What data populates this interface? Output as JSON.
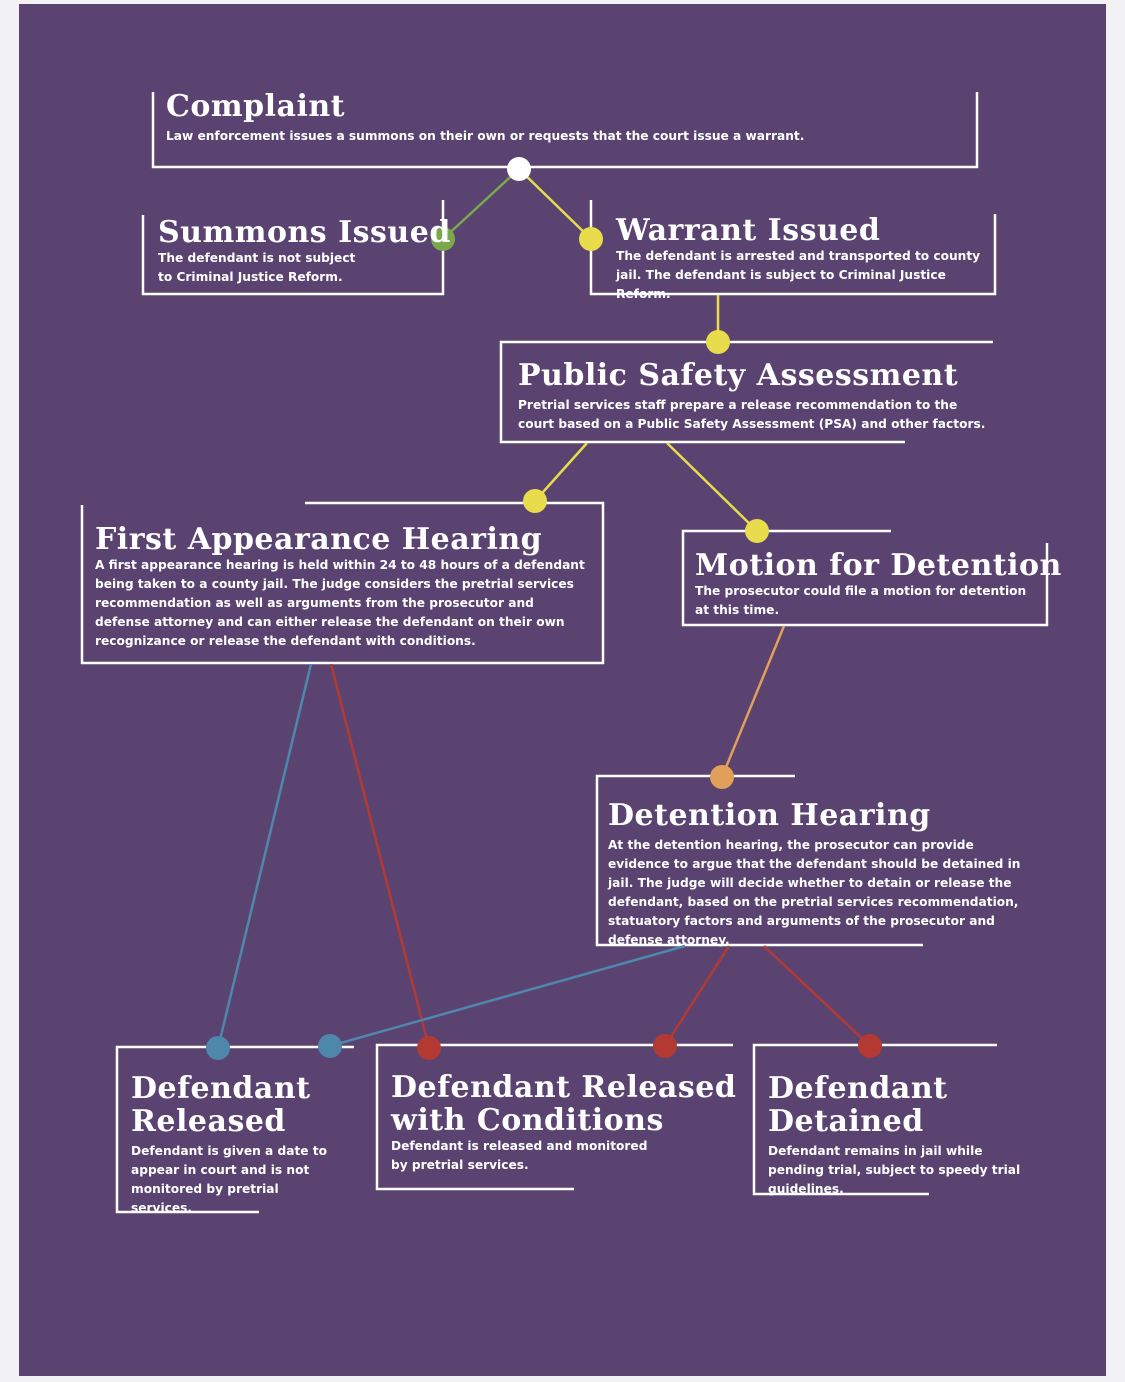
{
  "colors": {
    "background": "#5a4371",
    "border": "#ffffff",
    "green": "#7aa84b",
    "yellow": "#e8dc4c",
    "orange": "#e0a05a",
    "blue": "#4f86ac",
    "red": "#b23a33"
  },
  "nodes": {
    "complaint": {
      "title": "Complaint",
      "desc": "Law enforcement issues a summons on their own or requests that the court issue a warrant."
    },
    "summons": {
      "title": "Summons Issued",
      "desc": "The defendant is not subject to Criminal Justice Reform."
    },
    "warrant": {
      "title": "Warrant Issued",
      "desc": "The defendant is arrested and transported to county jail. The defendant is subject to Criminal Justice Reform."
    },
    "psa": {
      "title": "Public Safety Assessment",
      "desc": "Pretrial services staff prepare a release recommendation to the court based on a Public Safety Assessment (PSA) and other factors."
    },
    "first_appearance": {
      "title": "First Appearance Hearing",
      "desc": "A first appearance hearing is held within 24 to 48 hours of a defendant being taken to a county jail. The judge considers the pretrial services recommendation as well as arguments from the prosecutor and defense attorney and can either release the defendant on their own recognizance or release the defendant with conditions."
    },
    "motion": {
      "title": "Motion for Detention",
      "desc": "The prosecutor could file a motion for detention at this time."
    },
    "detention_hearing": {
      "title": "Detention Hearing",
      "desc": "At the detention hearing, the prosecutor can provide evidence to argue that the defendant should be detained in jail. The judge will decide whether to detain or release the defendant, based on the pretrial services recommendation, statuatory factors and arguments of the prosecutor and defense attorney."
    },
    "released": {
      "title_line1": "Defendant",
      "title_line2": "Released",
      "desc": "Defendant is given a date to appear in court and is not monitored by pretrial services."
    },
    "conditions": {
      "title_line1": "Defendant Released",
      "title_line2": "with Conditions",
      "desc": "Defendant is released and monitored by pretrial services."
    },
    "detained": {
      "title_line1": "Defendant",
      "title_line2": "Detained",
      "desc": "Defendant remains in jail while pending trial, subject to speedy trial guidelines."
    }
  }
}
